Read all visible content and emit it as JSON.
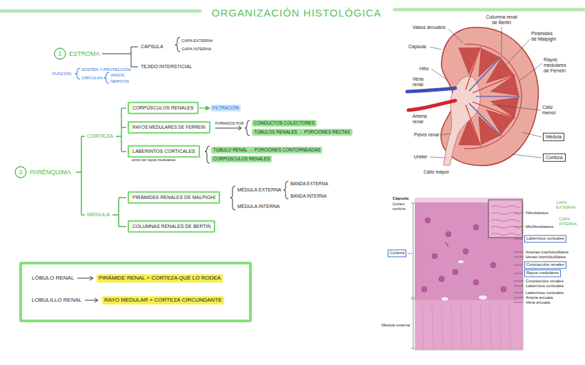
{
  "diagram": {
    "title": "ORGANIZACIÓN HISTOLÓGICA",
    "nodes": [
      {
        "text": [
          "CORPÚSCULOS RENALES"
        ]
      },
      {
        "text": [
          "FILTRACIÓN"
        ]
      },
      {
        "text": [
          "RAYOS MEDULARES DE FERREIN"
        ]
      },
      {
        "text": [
          "CONDUCTOS COLECTORES"
        ]
      },
      {
        "text": [
          "TÚBULOS RENALES → PORCIONES RECTAS"
        ]
      },
      {
        "text": [
          "LABERINTOS CORTICALES",
          "entre los rayos medulares"
        ]
      },
      {
        "text": [
          "TÚBULO RENAL → PORCIONES CONTORNEADAS"
        ]
      },
      {
        "text": [
          "CORPÚSCULOS RENALES"
        ]
      },
      {
        "text": [
          "PIRÁMIDES RENALES DE MALPIGHI"
        ]
      },
      {
        "text": [
          "COLUMNAS RENALES DE BERTIN"
        ]
      },
      {
        "text": [
          "LÓBULO RENAL",
          "LOBULILLO RENAL"
        ]
      },
      {
        "text": [
          "PIRÁMIDE RENAL + CORTEZA QUE LO RODEA"
        ],
        "in": 10
      },
      {
        "text": [
          "RAYO MEDULAR + CORTEZA CIRCUNDANTE"
        ],
        "in": 10
      },
      {
        "text": [
          "Médula"
        ]
      },
      {
        "text": [
          "Corteza"
        ]
      },
      {
        "text": [
          "Corteza"
        ]
      },
      {
        "text": [
          "Laberintos corticales"
        ]
      },
      {
        "text": [
          "Corpúsculos renales"
        ]
      },
      {
        "text": [
          "Rayos medulares"
        ]
      }
    ],
    "edges": [
      {
        "from": 0,
        "to": 1,
        "arrow": "to"
      }
    ],
    "labels": [
      "1",
      "ESTROMA",
      "CÁPSULA",
      "CAPA EXTERNA",
      "CAPA INTERNA",
      "TEJIDO INTERSTICIAL",
      "FUNCIÓN",
      "SOSTÉN Y PROTECCIÓN",
      "CIRCULAN",
      "VASOS",
      "NERVIOS",
      "2",
      "PARÉNQUIMA",
      "CORTEZA",
      "FORMADOS POR",
      "MÉDULA",
      "MÉDULA EXTERNA",
      "BANDA EXTERNA",
      "BANDA INTERNA",
      "MÉDULA INTERNA",
      "Vasos arcuatos",
      "Columna renal de Bertin",
      "Cápsula",
      "Pirámides de Malpighi",
      "Rayos medulares de Ferrein",
      "Hilio",
      "Vena renal",
      "Cáliz menor",
      "Arteria renal",
      "Pelvis renal",
      "Uréter",
      "Cáliz mayor",
      "Cápsula",
      "Cortex corticis",
      "Médula externa",
      "Fibroblastos",
      "CAPA EXTERNA",
      "Miofibroblastos",
      "CAPA INTERNA",
      "Arterias interlobulillares",
      "Venas interlobulillares",
      "Corpúsculos renales",
      "Laberintos corticales",
      "Laberintos corticales",
      "Arteria arcuata",
      "Vena arcuata"
    ]
  }
}
